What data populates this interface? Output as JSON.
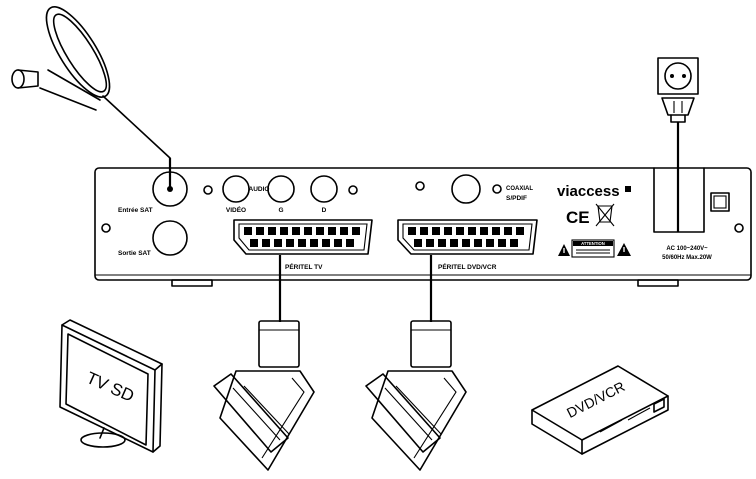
{
  "receiver": {
    "sat_in_label": "Entrée SAT",
    "sat_out_label": "Sortie SAT",
    "video_label": "VIDÉO",
    "audio_label": "AUDIO",
    "audio_left_label": "G",
    "audio_right_label": "D",
    "coaxial_label": "COAXIAL",
    "spdif_label": "S/PDIF",
    "brand": "viaccess",
    "ce_mark": "CE",
    "attention_label": "ATTENTION",
    "scart_tv_label": "PÉRITEL TV",
    "scart_dvd_label": "PÉRITEL DVD/VCR",
    "power_rating_line1": "AC 100~240V~",
    "power_rating_line2": "50/60Hz Max.20W"
  },
  "devices": {
    "tv_label": "TV SD",
    "recorder_label": "DVD/VCR"
  },
  "colors": {
    "line": "#000000",
    "background": "#ffffff"
  }
}
